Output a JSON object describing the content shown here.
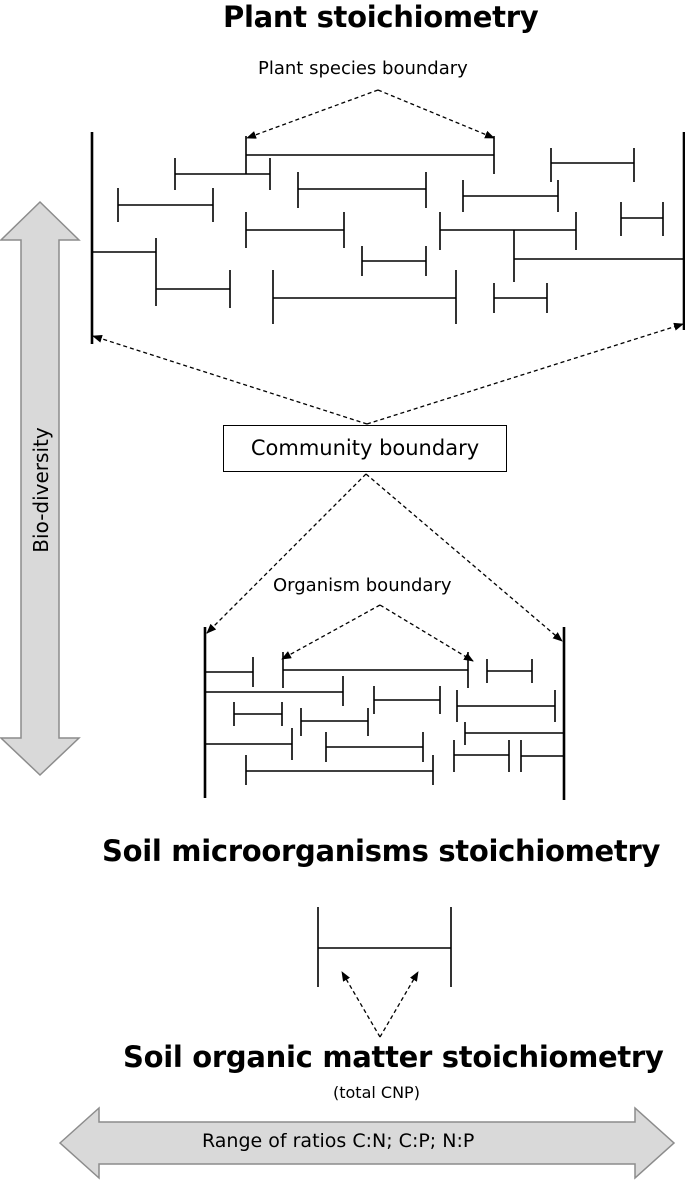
{
  "titles": {
    "plant": "Plant stoichiometry",
    "microbes": "Soil microorganisms stoichiometry",
    "som": "Soil organic matter stoichiometry",
    "som_sub": "(total CNP)"
  },
  "labels": {
    "plant_species_boundary": "Plant species boundary",
    "community_boundary": "Community boundary",
    "organism_boundary": "Organism boundary",
    "biodiversity": "Bio-diversity",
    "range_of_ratios": "Range of ratios C:N; C:P; N:P"
  },
  "colors": {
    "line": "#000000",
    "arrow_fill": "#d9d9d9",
    "arrow_stroke": "#8c8c8c"
  }
}
